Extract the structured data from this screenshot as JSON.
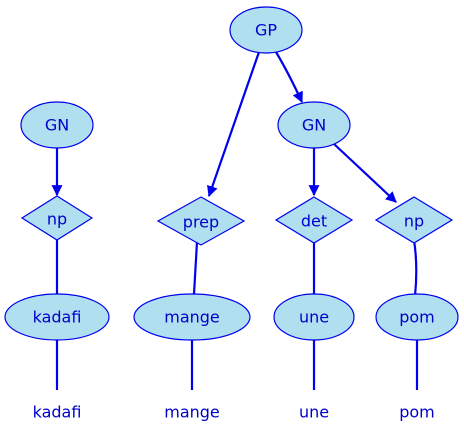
{
  "tree": {
    "nodes": {
      "gn_left": "GN",
      "np_left": "np",
      "kadafi_node": "kadafi",
      "gp": "GP",
      "prep": "prep",
      "mange_node": "mange",
      "gn_right": "GN",
      "det": "det",
      "np_right": "np",
      "une_node": "une",
      "pom_node": "pom"
    },
    "words": {
      "kadafi": "kadafi",
      "mange": "mange",
      "une": "une",
      "pom": "pom"
    }
  },
  "colors": {
    "node_fill": "#b0dff0",
    "stroke": "#0000ee",
    "text": "#0000cc"
  }
}
